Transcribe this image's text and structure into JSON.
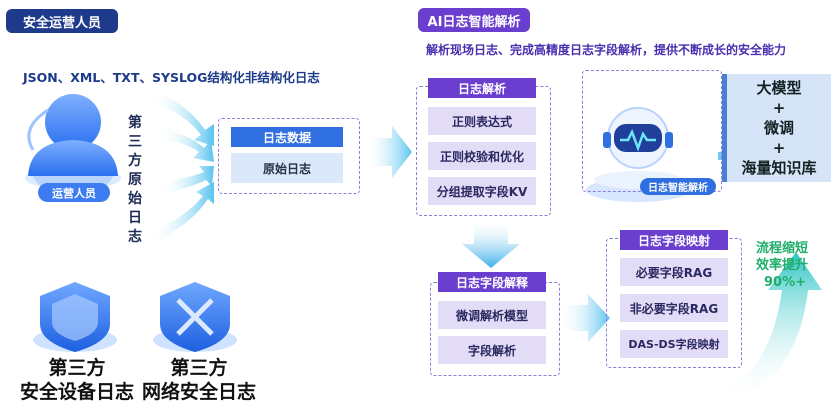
{
  "left": {
    "title": "安全运营人员",
    "formats": "JSON、XML、TXT、SYSLOG结构化非结构化日志",
    "operator_label": "运营人员",
    "third_party_vertical": [
      "第",
      "三",
      "方",
      "原",
      "始",
      "日",
      "志"
    ],
    "device_log_line1": "第三方",
    "device_log_line2": "安全设备日志",
    "network_log_line1": "第三方",
    "network_log_line2": "网络安全日志"
  },
  "log_data": {
    "header": "日志数据",
    "item": "原始日志"
  },
  "ai": {
    "title": "AI日志智能解析",
    "subtitle": "解析现场日志、完成高精度日志字段解析，提供不断成长的安全能力"
  },
  "parse": {
    "header": "日志解析",
    "items": [
      "正则表达式",
      "正则校验和优化",
      "分组提取字段KV"
    ]
  },
  "robot_label": "日志智能解析",
  "model_box": [
    "大模型",
    "+",
    "微调",
    "+",
    "海量知识库"
  ],
  "field_parse": {
    "header": "日志字段解释",
    "items": [
      "微调解析模型",
      "字段解析"
    ]
  },
  "field_map": {
    "header": "日志字段映射",
    "items": [
      "必要字段RAG",
      "非必要字段RAG",
      "DAS-DS字段映射"
    ]
  },
  "result": [
    "流程缩短",
    "效率提升",
    "90%+"
  ],
  "colors": {
    "navy": "#1f3a8a",
    "purple": "#6a3fd0",
    "light_purple": "#e3dcf6",
    "blue": "#2f6fe0",
    "green": "#22b573"
  }
}
